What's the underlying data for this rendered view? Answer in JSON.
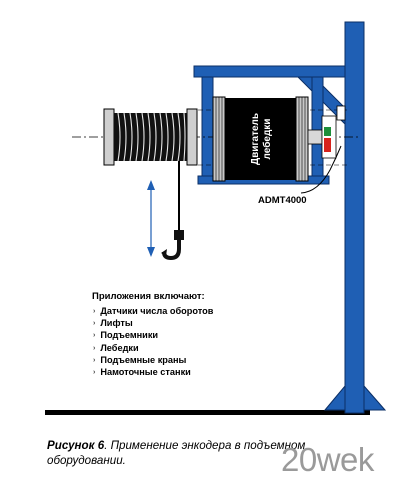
{
  "diagram": {
    "motor_label_line1": "Двигатель",
    "motor_label_line2": "лебедки",
    "encoder_label": "ADMT4000"
  },
  "applications": {
    "title": "Приложения включают:",
    "items": [
      "Датчики числа оборотов",
      "Лифты",
      "Подъемники",
      "Лебедки",
      "Подъемные краны",
      "Намоточные станки"
    ]
  },
  "caption": {
    "label": "Рисунок 6",
    "text": ". Применение энкодера в подъемном оборудовании."
  },
  "watermark": "20wek",
  "colors": {
    "frame_blue": "#1f5fb4",
    "motor_black": "#000000",
    "encoder_red": "#d6231c",
    "encoder_green": "#1d8f3a"
  }
}
